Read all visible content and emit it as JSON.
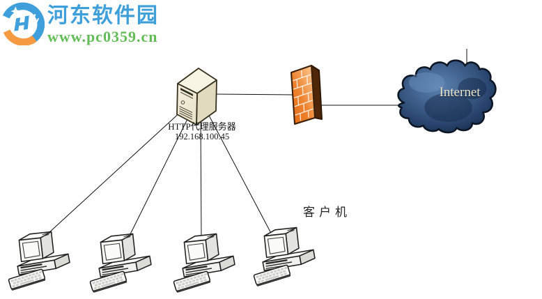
{
  "watermark": {
    "site_name": "河东软件园",
    "site_url": "www.pc0359.cn",
    "name_color": "#3f9fdb",
    "url_color": "#63bd57",
    "logo_orange": "#f59a40",
    "logo_blue": "#3f9fdb"
  },
  "diagram": {
    "proxy_server": {
      "name": "HTTP代理服务器",
      "ip": "192.168.100.45"
    },
    "firewall": {
      "color": "#ee8230"
    },
    "internet": {
      "label": "Internet",
      "cloud_color": "#34567f"
    },
    "clients": {
      "label": "客户机",
      "count": 4
    }
  }
}
